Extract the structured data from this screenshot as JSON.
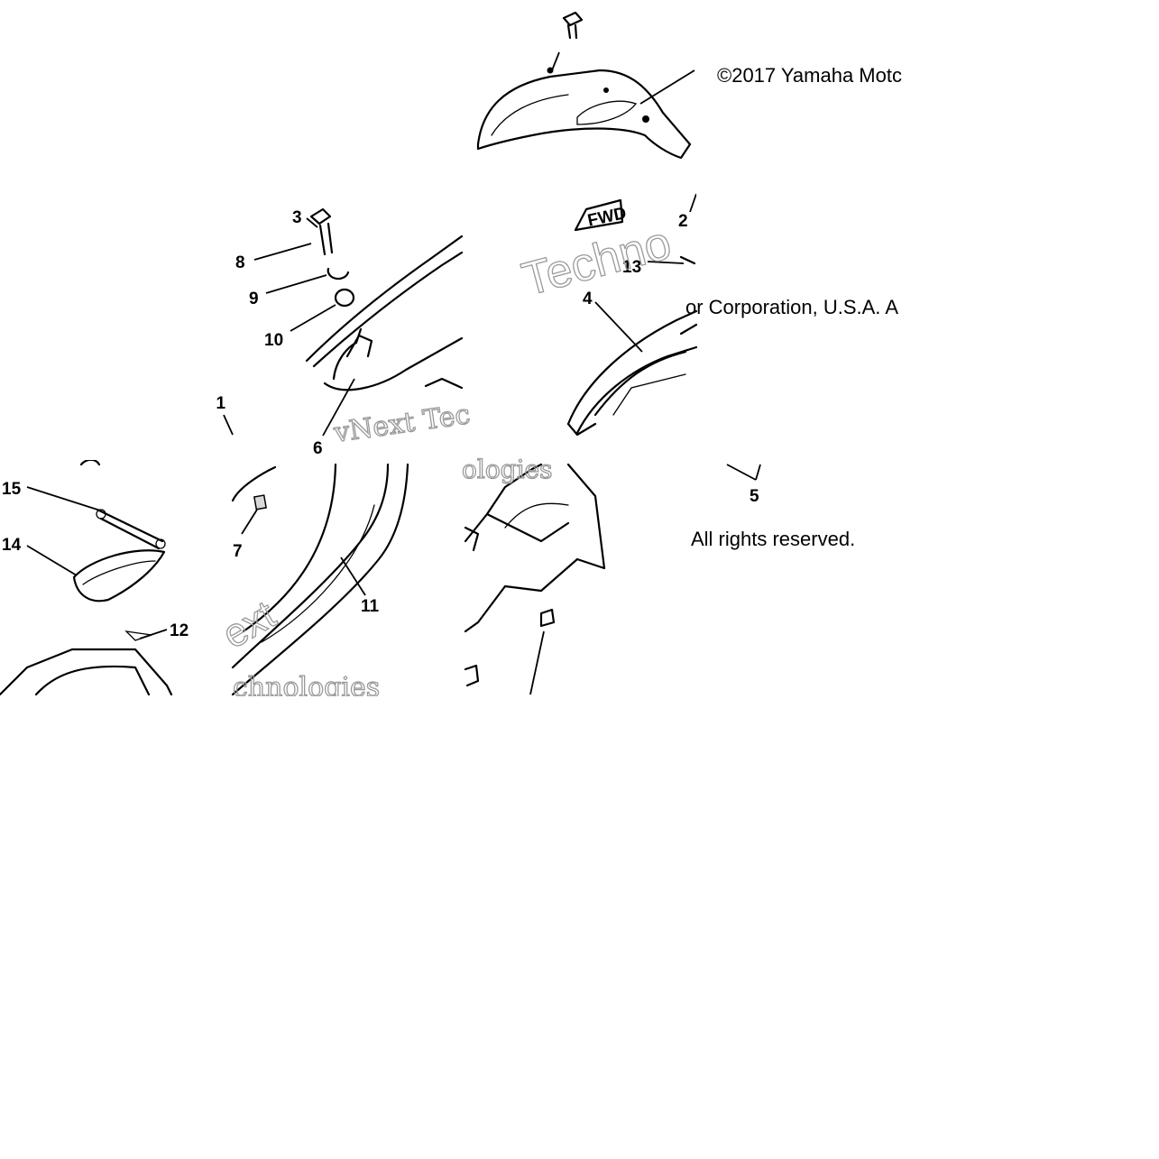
{
  "copyright": {
    "line1": "©2017 Yamaha Motc",
    "line2": "or Corporation, U.S.A. A",
    "line3": "All rights reserved."
  },
  "watermark": {
    "text1": "vNext Tec",
    "text2": "Techno",
    "text3": "ologies",
    "text4": "ext",
    "text5": "chnologies"
  },
  "badge": {
    "fwd": "FWD"
  },
  "callouts": [
    {
      "id": "c2",
      "label": "2"
    },
    {
      "id": "c3",
      "label": "3"
    },
    {
      "id": "c4",
      "label": "4"
    },
    {
      "id": "c5",
      "label": "5"
    },
    {
      "id": "c6",
      "label": "6"
    },
    {
      "id": "c7",
      "label": "7"
    },
    {
      "id": "c8",
      "label": "8"
    },
    {
      "id": "c9",
      "label": "9"
    },
    {
      "id": "c10",
      "label": "10"
    },
    {
      "id": "c11a",
      "label": "11"
    },
    {
      "id": "c11b",
      "label": "11"
    },
    {
      "id": "c12",
      "label": "12"
    },
    {
      "id": "c13",
      "label": "13"
    },
    {
      "id": "c14",
      "label": "14"
    },
    {
      "id": "c15",
      "label": "15"
    }
  ],
  "colors": {
    "ink": "#000000",
    "watermark": "#9a9a9a",
    "background": "#ffffff"
  }
}
